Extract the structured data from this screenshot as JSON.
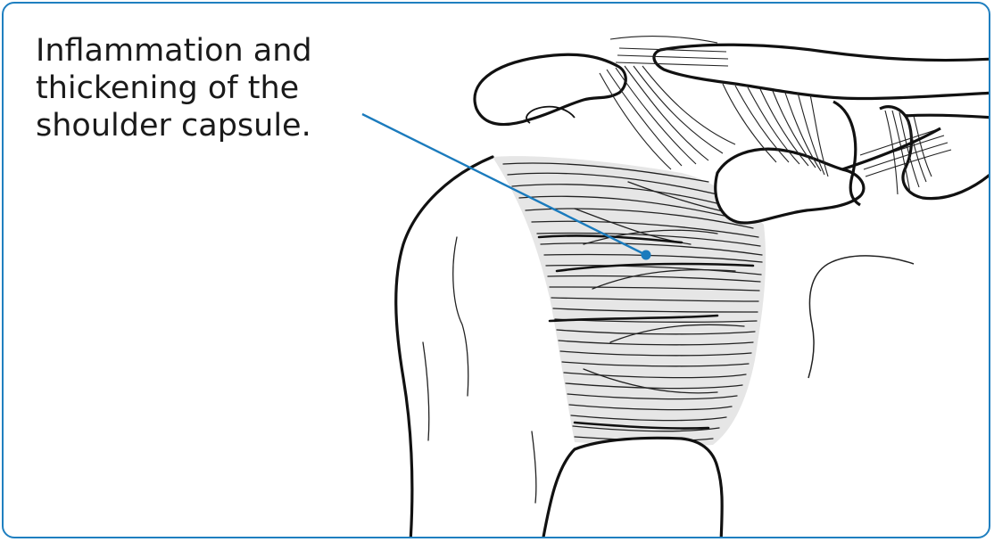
{
  "annotation": {
    "lines": [
      "Inflammation and",
      "thickening of the",
      "shoulder capsule."
    ]
  },
  "colors": {
    "frame": "#1f7fc0",
    "leader_line": "#1b7bbd",
    "capsule_fill": "#e6e6e6",
    "outline": "#111111"
  },
  "icons": {
    "leader_dot": "circle-marker"
  }
}
